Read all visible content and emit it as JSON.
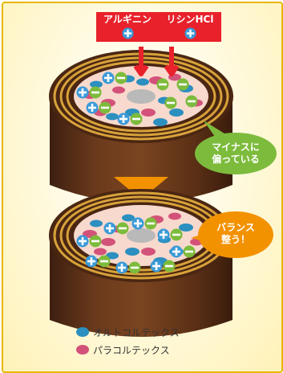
{
  "labels": {
    "arginine": "アルギニン",
    "lysine": "リシンHCl"
  },
  "callouts": {
    "negative_bias": [
      "マイナスに",
      "偏っている"
    ],
    "balanced": [
      "バランス",
      "整う！"
    ]
  },
  "legend": [
    {
      "label": "オルトコルテックス",
      "color": "#2b8fbf"
    },
    {
      "label": "パラコルテックス",
      "color": "#d35279"
    }
  ],
  "colors": {
    "accent_red": "#e8212b",
    "bubble_green": "#7dbb3c",
    "bubble_orange": "#f39200",
    "arrow_orange": "#f39200",
    "ortho": "#2b8fbf",
    "para": "#d35279",
    "plus": "#3b9ad8",
    "minus": "#7dbb3c"
  }
}
